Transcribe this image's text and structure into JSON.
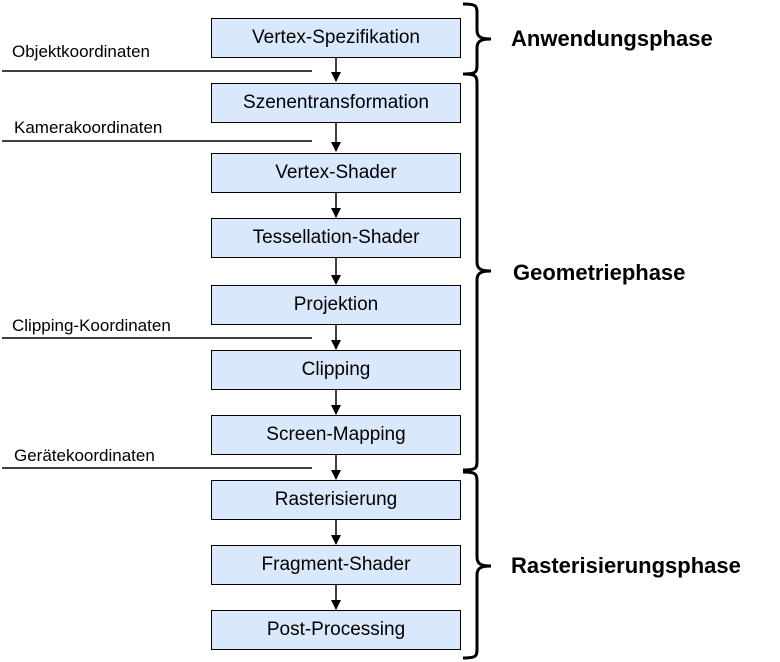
{
  "stages": [
    "Vertex-Spezifikation",
    "Szenentransformation",
    "Vertex-Shader",
    "Tessellation-Shader",
    "Projektion",
    "Clipping",
    "Screen-Mapping",
    "Rasterisierung",
    "Fragment-Shader",
    "Post-Processing"
  ],
  "coordinate_labels": [
    "Objektkoordinaten",
    "Kamerakoordinaten",
    "Clipping-Koordinaten",
    "Gerätekoordinaten"
  ],
  "phases": [
    "Anwendungsphase",
    "Geometriephase",
    "Rasterisierungsphase"
  ],
  "colors": {
    "stage_fill": "#dae8fc",
    "stroke": "#000000"
  }
}
